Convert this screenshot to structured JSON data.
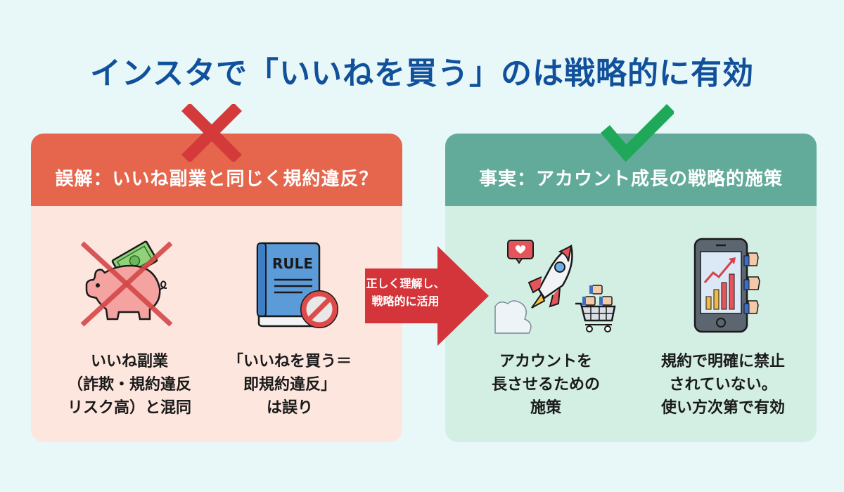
{
  "title": "インスタで「いいねを買う」のは戦略的に有効",
  "left_panel": {
    "mark": "x-mark",
    "header": "誤解：いいね副業と同じく規約違反？",
    "items": [
      {
        "icon": "crossed-piggy-bank-icon",
        "lines": [
          "いいね副業",
          "（詐欺・規約違反",
          "リスク高）と混同"
        ]
      },
      {
        "icon": "rule-book-prohibited-icon",
        "icon_label": "RULE",
        "lines": [
          "「いいねを買う＝",
          "即規約違反」",
          "は誤り"
        ]
      }
    ]
  },
  "arrow": {
    "lines": [
      "正しく理解し、",
      "戦略的に活用"
    ]
  },
  "right_panel": {
    "mark": "check-mark",
    "header": "事実：アカウント成長の戦略的施策",
    "items": [
      {
        "icon": "rocket-cart-likes-icon",
        "lines": [
          "アカウントを",
          "長させるための",
          "施策"
        ]
      },
      {
        "icon": "smartphone-growth-chart-icon",
        "lines": [
          "規約で明確に禁止",
          "されていない。",
          "使い方次第で有効"
        ]
      }
    ]
  },
  "colors": {
    "background": "#e8f8f9",
    "title": "#11509b",
    "left_header": "#e5664d",
    "left_body": "#fde6de",
    "right_header": "#62ab9a",
    "right_body": "#d3efe3",
    "x_mark": "#d43a3a",
    "check_mark": "#1fa85a",
    "arrow": "#d3353a"
  }
}
